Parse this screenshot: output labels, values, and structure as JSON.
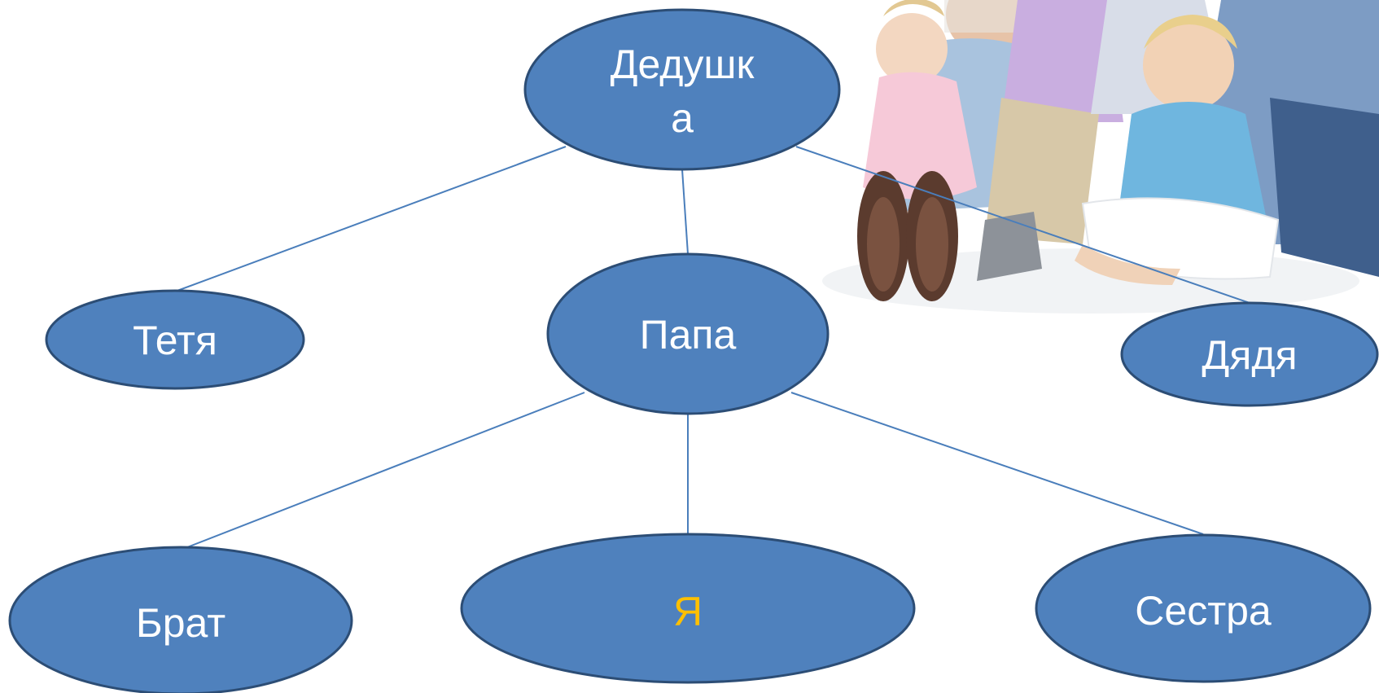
{
  "nodes": {
    "grandpa": {
      "line1": "Дедушк",
      "line2": "а"
    },
    "aunt": {
      "label": "Тетя"
    },
    "dad": {
      "label": "Папа"
    },
    "uncle": {
      "label": "Дядя"
    },
    "brother": {
      "label": "Брат"
    },
    "me": {
      "label": "Я"
    },
    "sister": {
      "label": "Сестра"
    }
  },
  "colors": {
    "node_fill": "#4f81bd",
    "node_stroke": "#2c4d75",
    "edge": "#4a7ebb",
    "text": "#ffffff",
    "me_text": "#ffc000"
  },
  "photo": {
    "icon": "family-photo-icon"
  }
}
